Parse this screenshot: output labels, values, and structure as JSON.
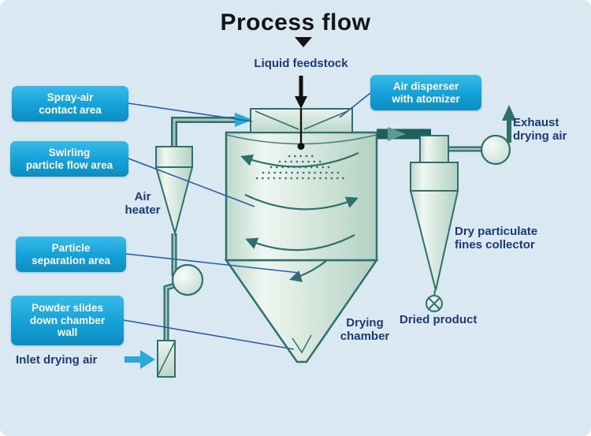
{
  "title": "Process flow",
  "callouts": {
    "spray_air": "Spray-air\ncontact area",
    "swirling": "Swirling\nparticle flow area",
    "particle_separation": "Particle\nseparation area",
    "powder_slides": "Powder slides\ndown chamber\nwall",
    "air_disperser": "Air disperser\nwith atomizer"
  },
  "labels": {
    "liquid_feedstock": "Liquid feedstock",
    "air_heater": "Air\nheater",
    "inlet_drying_air": "Inlet drying air",
    "drying_chamber": "Drying\nchamber",
    "exhaust_drying_air": "Exhaust\ndrying air",
    "fines_collector": "Dry particulate\nfines collector",
    "dried_product": "Dried product"
  },
  "colors": {
    "background": "#d9e8f1",
    "callout_background": "#17a3d9",
    "callout_text": "#ffffff",
    "label_text": "#1c3a78",
    "diagram_outline": "#2f6f6c",
    "flow_arrow_cyan": "#29a9d6"
  }
}
